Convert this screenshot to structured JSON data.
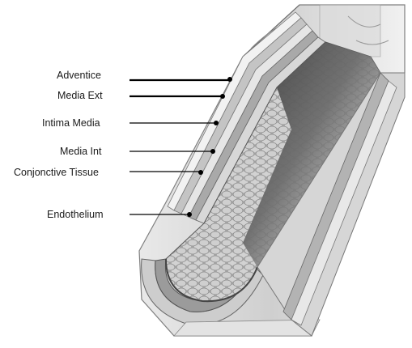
{
  "diagram": {
    "labels": [
      {
        "id": "adventice",
        "text": "Adventice"
      },
      {
        "id": "media-ext",
        "text": "Media Ext"
      },
      {
        "id": "intima-media",
        "text": "Intima Media"
      },
      {
        "id": "media-int",
        "text": "Media Int"
      },
      {
        "id": "conjonctive-tissue",
        "text": "Conjonctive Tissue"
      },
      {
        "id": "endothelium",
        "text": "Endothelium"
      }
    ]
  }
}
